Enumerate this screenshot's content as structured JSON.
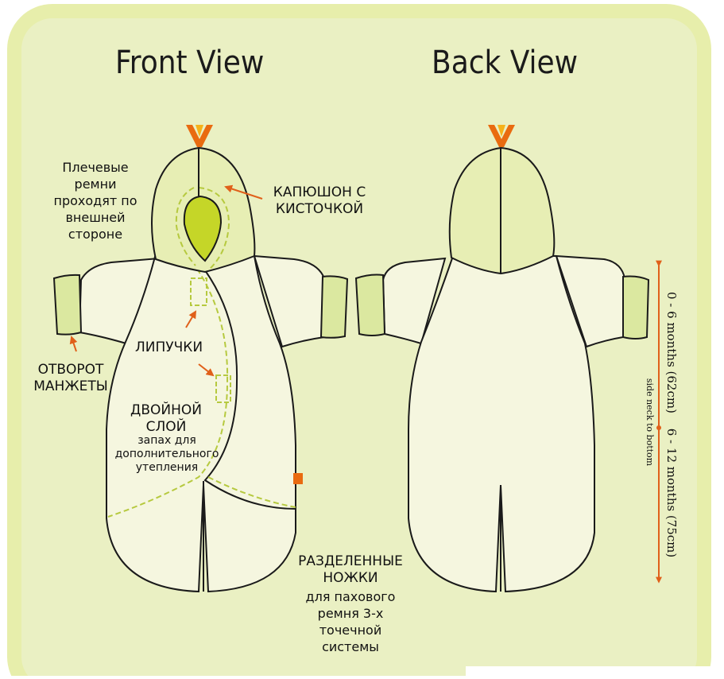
{
  "titles": {
    "front": "Front View",
    "back": "Back View"
  },
  "labels": {
    "shoulder_straps": [
      "Плечевые",
      "ремни",
      "проходят по",
      "внешней",
      "стороне"
    ],
    "hood": [
      "КАПЮШОН С",
      "КИСТОЧКОЙ"
    ],
    "velcro": "ЛИПУЧКИ",
    "cuff": [
      "ОТВОРОТ",
      "МАНЖЕТЫ"
    ],
    "double_layer": [
      "ДВОЙНОЙ",
      "СЛОЙ"
    ],
    "wrap": [
      "запах для",
      "дополнительного",
      "утепления"
    ],
    "split_legs": [
      "РАЗДЕЛЕННЫЕ",
      "НОЖКИ"
    ],
    "harness": [
      "для пахового",
      "ремня 3-х",
      "точечной",
      "системы"
    ]
  },
  "sizes": {
    "size_small": "0 - 6 months (62cm)",
    "size_large": "6 - 12 months (75cm)",
    "measure": "side neck to bottom"
  },
  "colors": {
    "frame_border": "#e7eeab",
    "panel_bg": "#eaf0c3",
    "body_fill": "#f5f6df",
    "hood_fill": "#e7eeb4",
    "hood_lining": "#c5d628",
    "cuff_fill": "#dbe8a0",
    "outline": "#1a1a1a",
    "dashed": "#b6c93f",
    "arrow": "#e0601a",
    "tassel_orange": "#e96b10",
    "tassel_yellow": "#f6b21a"
  }
}
